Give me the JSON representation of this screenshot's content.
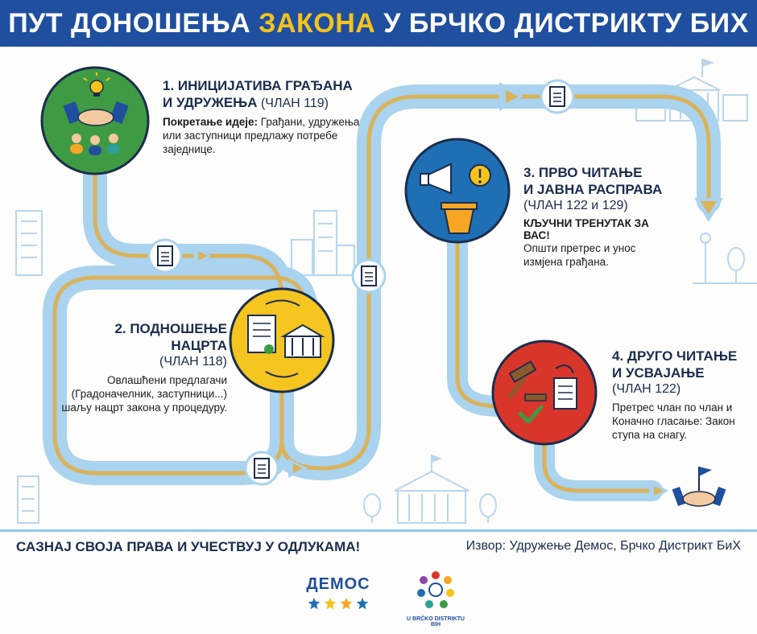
{
  "header": {
    "title_part1": "ПУТ ДОНОШЕЊА ",
    "title_highlight": "ЗАКОНА",
    "title_part2": " У БРЧКО ДИСТРИКТУ БИХ"
  },
  "steps": [
    {
      "title_line1": "1. ИНИЦИЈАТИВА ГРАЂАНА",
      "title_line2": "И УДРУЖЕЊА",
      "article": "(ЧЛАН 119)",
      "lead": "Покретање идеје:",
      "desc": "Грађани, удружења или заступници предлажу потребе заједнице."
    },
    {
      "title_line1": "2. ПОДНОШЕЊЕ",
      "title_line2": "НАЦРТА",
      "article": "(ЧЛАН 118)",
      "desc": "Овлашћени предлагачи (Градоначелник, заступници...) шаљу нацрт закона у процедуру."
    },
    {
      "title_line1": "3. ПРВО ЧИТАЊЕ",
      "title_line2": "И ЈАВНА РАСПРАВА",
      "article": "(ЧЛАН 122 и 129)",
      "key": "КЉУЧНИ ТРЕНУТАК ЗА ВАС!",
      "desc": "Општи претрес и унос измјена грађана."
    },
    {
      "title_line1": "4. ДРУГО ЧИТАЊЕ",
      "title_line2": "И УСВАЈАЊЕ",
      "article": "(ЧЛАН 122)",
      "desc": "Претрес члан по члан и Коначно гласање: Закон ступа на снагу."
    }
  ],
  "footer": {
    "slogan": "САЗНАЈ СВОЈА ПРАВА И УЧЕСТВУЈ У ОДЛУКАМА!",
    "source": "Извор: Удружење Демос, Брчко Дистрикт БиХ"
  },
  "logos": {
    "demos": "ДЕМОС",
    "council": "U BRČKO DISTRIKTU BIH"
  },
  "colors": {
    "header_bg": "#1f4f9e",
    "highlight": "#f6c31c",
    "step1": "#3f9b43",
    "step2": "#f4c41f",
    "step3": "#1f6fb5",
    "step4": "#d9362b",
    "road_outer": "#a9d3ee",
    "road_inner": "#d9b25a"
  },
  "icons": [
    "lightbulb-icon",
    "handshake-icon",
    "people-icon",
    "document-icon",
    "parliament-icon",
    "megaphone-icon",
    "alert-icon",
    "podium-icon",
    "gavel-icon",
    "checkmark-icon",
    "flag-icon"
  ]
}
